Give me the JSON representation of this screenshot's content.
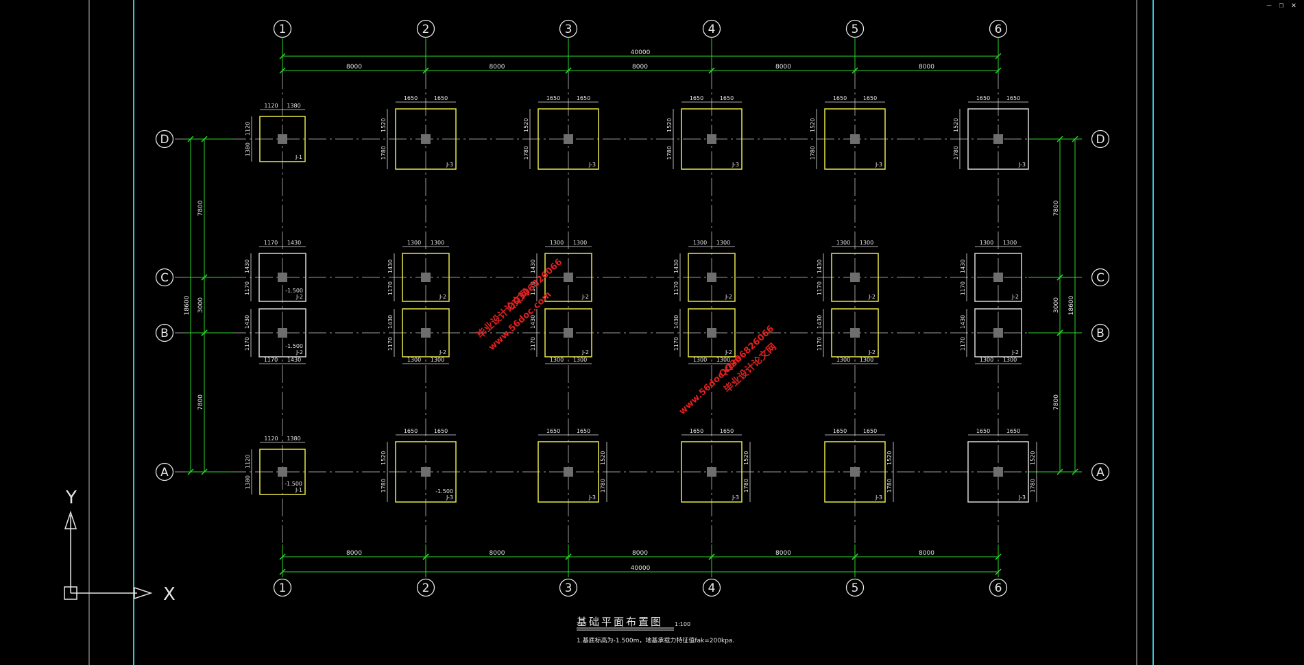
{
  "window_controls": {
    "minimize": "–",
    "restore": "❐",
    "close": "✕"
  },
  "grid": {
    "columns": [
      "1",
      "2",
      "3",
      "4",
      "5",
      "6"
    ],
    "rows": [
      "D",
      "C",
      "B",
      "A"
    ]
  },
  "dimensions": {
    "top_total": "40000",
    "top_spans": [
      "8000",
      "8000",
      "8000",
      "8000",
      "8000"
    ],
    "bottom_total": "40000",
    "bottom_spans": [
      "8000",
      "8000",
      "8000",
      "8000",
      "8000"
    ],
    "left_total": "18600",
    "left_spans": [
      "7800",
      "3000",
      "7800"
    ],
    "right_total": "18600",
    "right_spans": [
      "7800",
      "3000",
      "7800"
    ]
  },
  "footings": {
    "J1_top": [
      "1120",
      "1380"
    ],
    "J1_side": [
      "1120",
      "1380"
    ],
    "J3_top": [
      "1650",
      "1650"
    ],
    "J3_side": [
      "1520",
      "1780"
    ],
    "J2_top": [
      "1300",
      "1300"
    ],
    "J2_side": [
      "1430",
      "1170"
    ],
    "edge_top": [
      "1170",
      "1430"
    ],
    "labels": {
      "J1": "J-1",
      "J2": "J-2",
      "J3": "J-3"
    },
    "elev": "-1.500"
  },
  "ucs": {
    "x": "X",
    "y": "Y"
  },
  "title": {
    "main": "基础平面布置图",
    "scale": "1:100",
    "note": "1.基底标高为-1.500m，地基承载力特征值fak=200kpa."
  },
  "watermark": {
    "url": "www.56doc.com",
    "qq": "QQ306826066",
    "name": "毕业设计论文网"
  },
  "colors": {
    "background": "#000000",
    "grid_line": "#9a9a9a",
    "dimension": "#2bd62b",
    "footing_yellow": "#e8e84a",
    "footing_white": "#d8d8d8",
    "column": "#6e6e6e",
    "border_cyan": "#35c9d6",
    "watermark": "#e02020",
    "text": "#e6e6e6"
  }
}
